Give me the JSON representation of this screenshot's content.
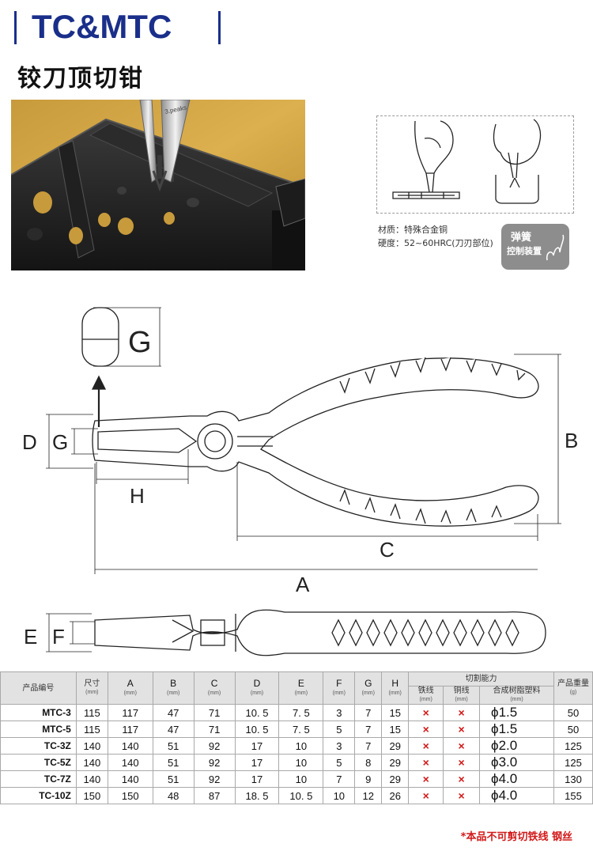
{
  "header": {
    "brand": "TC&MTC",
    "title_cn": "铰刀顶切钳"
  },
  "specs_info": {
    "material_label": "材质：",
    "material_value": "特殊合金铜",
    "hardness_label": "硬度：",
    "hardness_value": "52~60HRC(刀刃部位)",
    "spring_line1": "弹簧",
    "spring_line2": "控制装置"
  },
  "diagram": {
    "label_g_top": "G",
    "label_d": "D",
    "label_g": "G",
    "label_h": "H",
    "label_b": "B",
    "label_c": "C",
    "label_a": "A",
    "label_e": "E",
    "label_f": "F",
    "photo_brand": "3.peaks"
  },
  "table": {
    "headers": {
      "model": "产品编号",
      "size": "尺寸",
      "size_unit": "(mm)",
      "a": "A",
      "b": "B",
      "c": "C",
      "d": "D",
      "e": "E",
      "f": "F",
      "g": "G",
      "h": "H",
      "unit": "(mm)",
      "cut": "切割能力",
      "iron": "铁线",
      "copper": "铜线",
      "resin": "合成树脂塑料",
      "weight": "产品重量",
      "weight_unit": "(g)"
    },
    "rows": [
      {
        "model": "MTC-3",
        "size": "115",
        "a": "117",
        "b": "47",
        "c": "71",
        "d": "10. 5",
        "e": "7. 5",
        "f": "3",
        "g": "7",
        "h": "15",
        "iron": "×",
        "copper": "×",
        "resin": "ϕ1.5",
        "weight": "50"
      },
      {
        "model": "MTC-5",
        "size": "115",
        "a": "117",
        "b": "47",
        "c": "71",
        "d": "10. 5",
        "e": "7. 5",
        "f": "5",
        "g": "7",
        "h": "15",
        "iron": "×",
        "copper": "×",
        "resin": "ϕ1.5",
        "weight": "50"
      },
      {
        "model": "TC-3Z",
        "size": "140",
        "a": "140",
        "b": "51",
        "c": "92",
        "d": "17",
        "e": "10",
        "f": "3",
        "g": "7",
        "h": "29",
        "iron": "×",
        "copper": "×",
        "resin": "ϕ2.0",
        "weight": "125"
      },
      {
        "model": "TC-5Z",
        "size": "140",
        "a": "140",
        "b": "51",
        "c": "92",
        "d": "17",
        "e": "10",
        "f": "5",
        "g": "8",
        "h": "29",
        "iron": "×",
        "copper": "×",
        "resin": "ϕ3.0",
        "weight": "125"
      },
      {
        "model": "TC-7Z",
        "size": "140",
        "a": "140",
        "b": "51",
        "c": "92",
        "d": "17",
        "e": "10",
        "f": "7",
        "g": "9",
        "h": "29",
        "iron": "×",
        "copper": "×",
        "resin": "ϕ4.0",
        "weight": "130"
      },
      {
        "model": "TC-10Z",
        "size": "150",
        "a": "150",
        "b": "48",
        "c": "87",
        "d": "18. 5",
        "e": "10. 5",
        "f": "10",
        "g": "12",
        "h": "26",
        "iron": "×",
        "copper": "×",
        "resin": "ϕ4.0",
        "weight": "155"
      }
    ]
  },
  "footer": {
    "note": "*本品不可剪切铁线 钢丝"
  },
  "colors": {
    "brand_blue": "#1a2f8a",
    "warning_red": "#d21a1a",
    "header_gray": "#e2e2e2"
  }
}
